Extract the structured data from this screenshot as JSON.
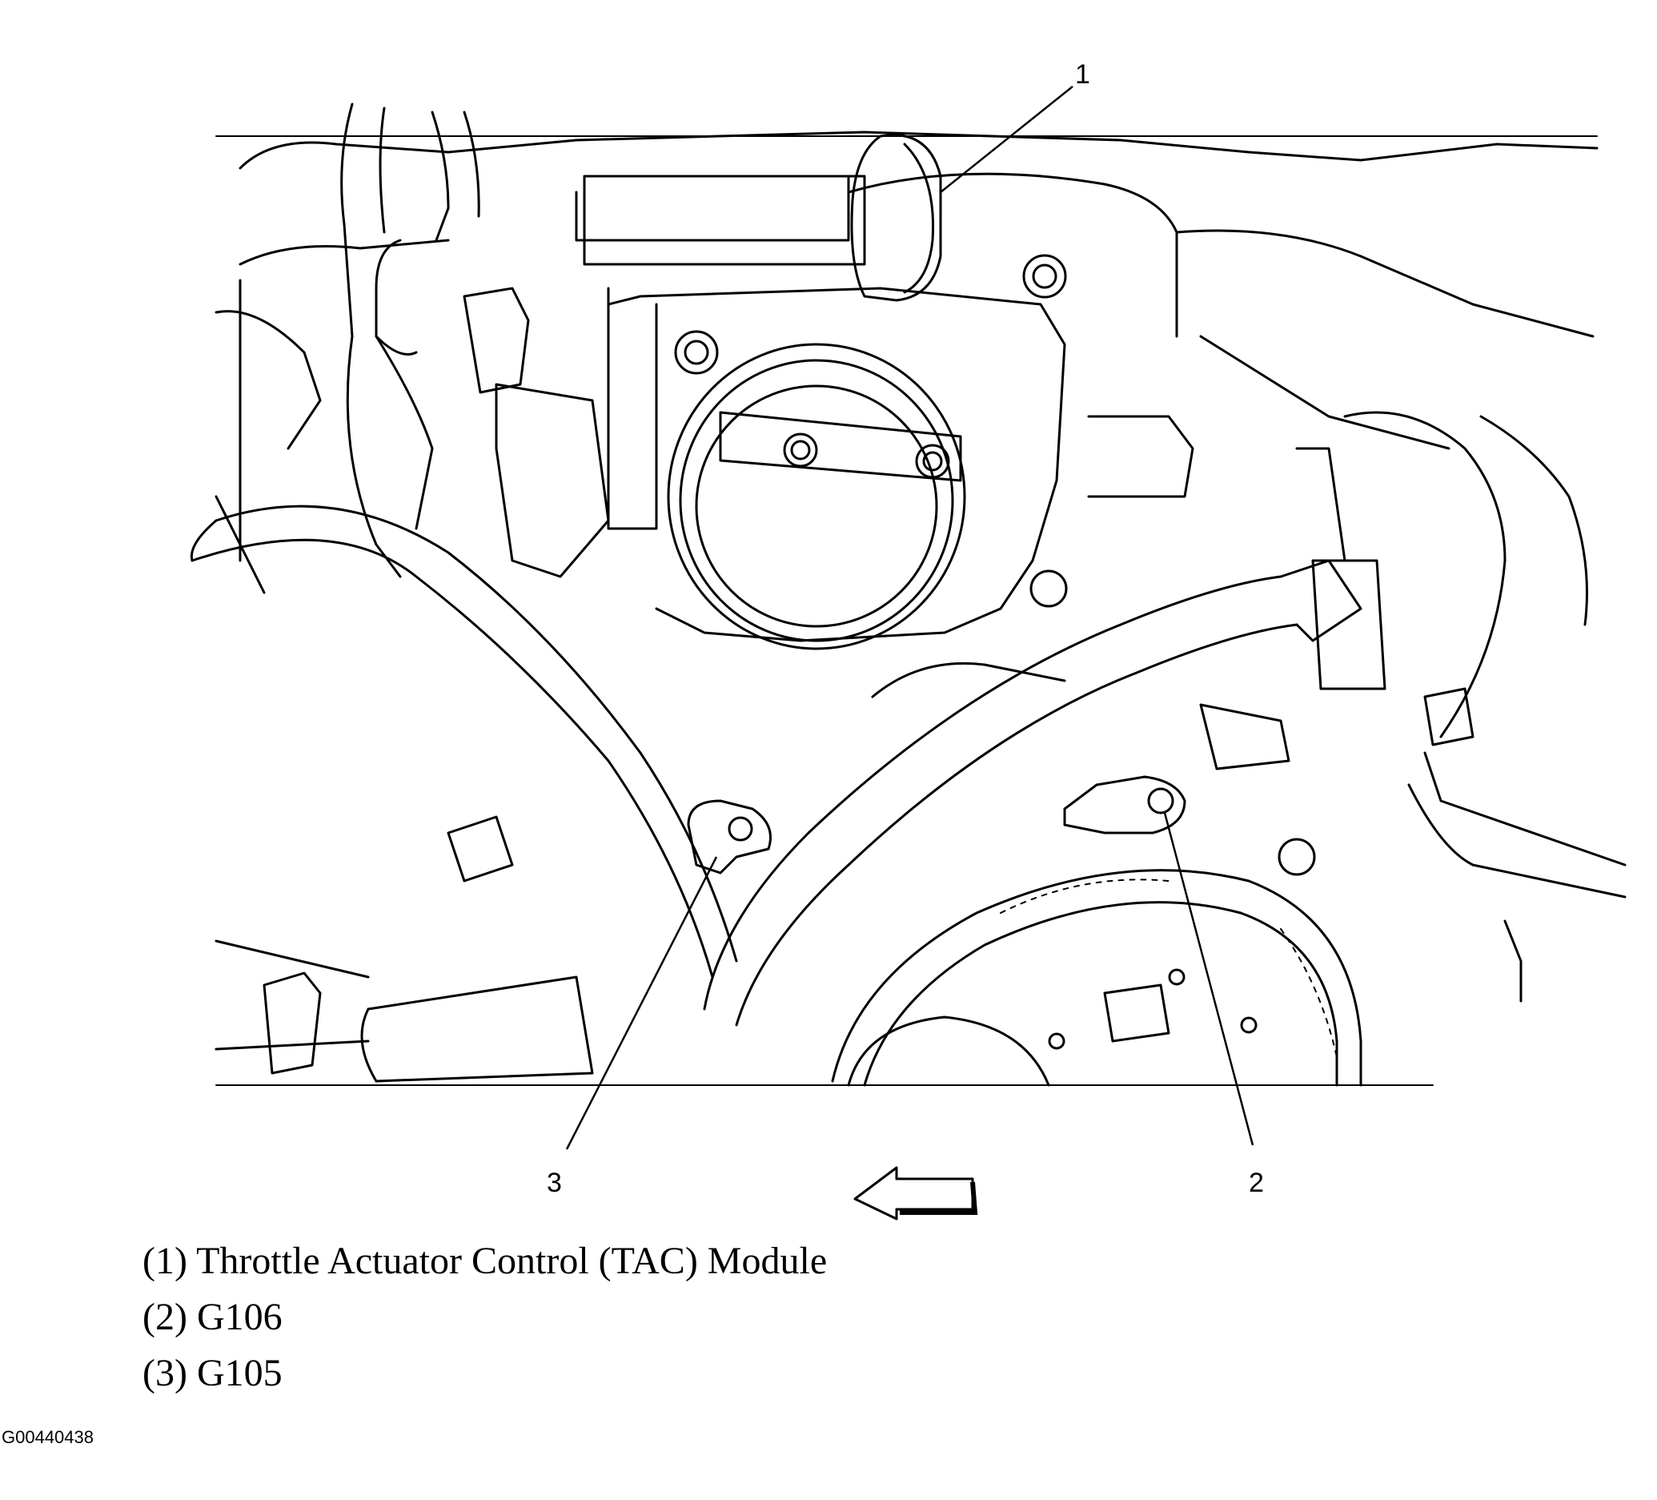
{
  "callouts": [
    {
      "number": "1"
    },
    {
      "number": "2"
    },
    {
      "number": "3"
    }
  ],
  "legend": [
    {
      "text": "(1) Throttle Actuator Control (TAC) Module"
    },
    {
      "text": "(2) G106"
    },
    {
      "text": "(3) G105"
    }
  ],
  "figure_id": "G00440438",
  "direction_arrow": {
    "direction": "left",
    "icon": "arrow-left-icon"
  }
}
